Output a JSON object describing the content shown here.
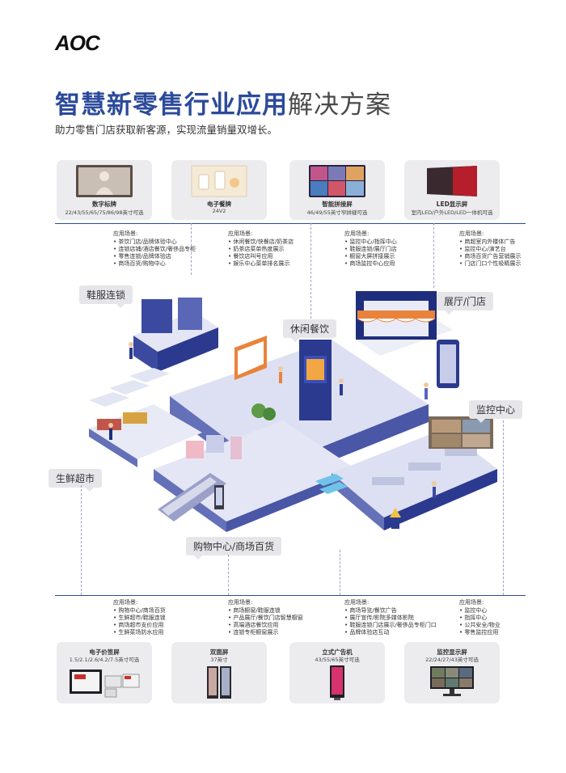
{
  "brand": {
    "logo": "AOC"
  },
  "header": {
    "title_main": "智慧新零售行业应用",
    "title_tail": "解决方案",
    "subtitle": "助力零售门店获取新客源，实现流量销量双增长。"
  },
  "scene_heading": "应用场景:",
  "top_products": [
    {
      "name": "数字标牌",
      "spec": "22/43/55/65/75/86/98英寸可选",
      "scenes": [
        "茶饮门店/品牌体验中心",
        "连锁店铺/酒店餐饮/奢侈品专柜",
        "零售连锁/品牌体验店",
        "商场百货/购物中心"
      ]
    },
    {
      "name": "电子餐牌",
      "spec": "24V2",
      "scenes": [
        "休闲餐饮/快餐店/奶茶店",
        "奶茶店菜单热度展示",
        "餐饮店叫号应用",
        "娱乐中心菜单排名展示"
      ]
    },
    {
      "name": "智能拼接屏",
      "spec": "46/49/55英寸窄拼缝可选",
      "scenes": [
        "监控中心/指挥中心",
        "鞋服连锁/展厅门店",
        "橱窗大屏拼接展示",
        "商场监控中心应用"
      ]
    },
    {
      "name": "LED显示屏",
      "spec": "室内LED/户外LED/LED一体机可选",
      "scenes": [
        "商超室内外楼体广告",
        "监控中心/演艺台",
        "商场百货广告营销展示",
        "门店门口个性吸睛展示"
      ]
    }
  ],
  "bottom_products": [
    {
      "name": "电子价签屏",
      "spec": "1.5/2.1/2.6/4.2/7.5英寸可选",
      "scenes": [
        "购物中心/商场百货",
        "生鲜超市/鞋服连锁",
        "商场超市支价应用",
        "生鲜菜场防水应用"
      ]
    },
    {
      "name": "双面屏",
      "spec": "37英寸",
      "scenes": [
        "商场橱窗/鞋服连锁",
        "产品展厅/餐饮门店智慧橱窗",
        "高端酒店餐饮应用",
        "连锁专柜橱窗展示"
      ]
    },
    {
      "name": "立式广告机",
      "spec": "43/55/65英寸可选",
      "scenes": [
        "商场导览/餐饮广告",
        "展厅宣传/影院多媒体影院",
        "鞋服连锁门店展示/奢侈品专柜门口",
        "品牌体验店互动"
      ]
    },
    {
      "name": "监控显示屏",
      "spec": "22/24/27/43英寸可选",
      "scenes": [
        "监控中心",
        "指挥中心",
        "公共安全/物业",
        "零售监控应用"
      ]
    }
  ],
  "zones": {
    "shoes": "鞋服连锁",
    "dining": "休闲餐饮",
    "showroom": "展厅/门店",
    "monitor": "监控中心",
    "fresh": "生鲜超市",
    "mall": "购物中心/商场百货"
  },
  "colors": {
    "brand_blue": "#2b4a9b",
    "platform": "#d9dcef",
    "accent_orange": "#e9833b"
  }
}
